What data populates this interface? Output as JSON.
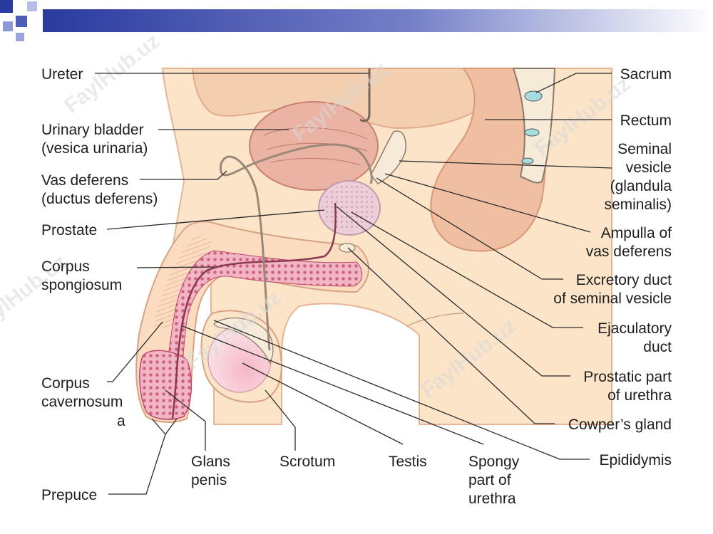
{
  "header": {
    "bar_color": "#3a4aa8",
    "square_color": "#5566c0"
  },
  "watermark": "FaylHub.uz",
  "labels": {
    "ureter": "Ureter",
    "bladder_1": "Urinary bladder",
    "bladder_2": "(vesica urinaria)",
    "vas_1": "Vas deferens",
    "vas_2": "(ductus deferens)",
    "prostate": "Prostate",
    "cs_1": "Corpus",
    "cs_2": "spongiosum",
    "cc_1": "Corpus",
    "cc_2": "cavernosum",
    "panel": "a",
    "prepuce": "Prepuce",
    "glans_1": "Glans",
    "glans_2": "penis",
    "scrotum": "Scrotum",
    "testis": "Testis",
    "spongy_1": "Spongy",
    "spongy_2": "part of",
    "spongy_3": "urethra",
    "sacrum": "Sacrum",
    "rectum": "Rectum",
    "sv_1": "Seminal",
    "sv_2": "vesicle",
    "sv_3": "(glandula",
    "sv_4": "seminalis)",
    "amp_1": "Ampulla of",
    "amp_2": "vas deferens",
    "exc_1": "Excretory duct",
    "exc_2": "of seminal vesicle",
    "ejac_1": "Ejaculatory",
    "ejac_2": "duct",
    "pu_1": "Prostatic part",
    "pu_2": "of urethra",
    "cowper": "Cowper’s gland",
    "epid": "Epididymis"
  }
}
